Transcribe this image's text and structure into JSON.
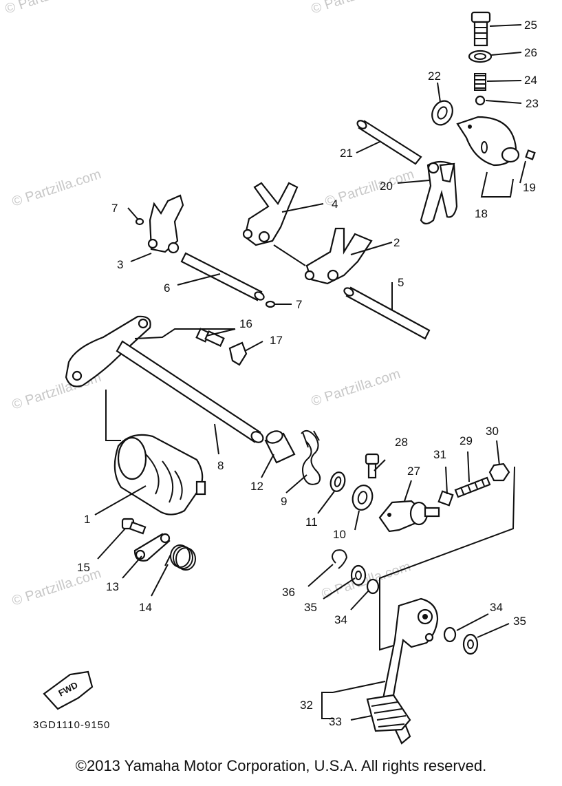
{
  "diagram": {
    "callouts": [
      "1",
      "2",
      "3",
      "4",
      "5",
      "6",
      "7",
      "7",
      "8",
      "9",
      "10",
      "11",
      "12",
      "13",
      "14",
      "15",
      "16",
      "17",
      "18",
      "19",
      "20",
      "21",
      "22",
      "23",
      "24",
      "25",
      "26",
      "27",
      "28",
      "29",
      "30",
      "31",
      "32",
      "33",
      "34",
      "34",
      "35",
      "35",
      "36"
    ],
    "fwd_label": "FWD",
    "part_code": "3GD1110-9150",
    "watermarks": [
      "© Partzilla.com",
      "© Partzilla.com",
      "© Partzilla.com",
      "© Partzilla.com",
      "© Partzilla.com",
      "© Partzilla.com",
      "© Partzilla.com",
      "© Partzilla.com"
    ]
  },
  "footer": {
    "copyright": "©2013  Yamaha Motor Corporation, U.S.A. All rights reserved."
  }
}
